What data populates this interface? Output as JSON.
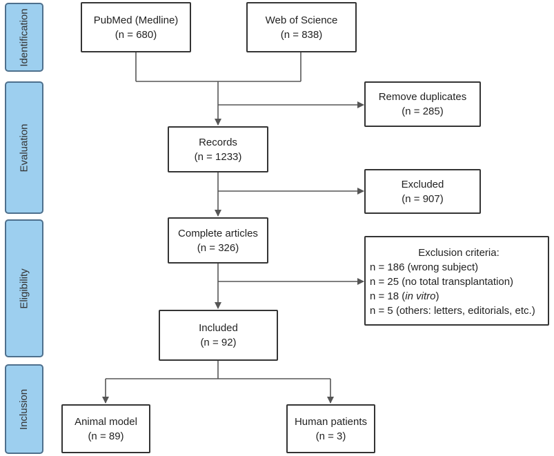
{
  "phases": {
    "identification": "Identification",
    "evaluation": "Evaluation",
    "eligibility": "Eligibility",
    "inclusion": "Inclusion"
  },
  "boxes": {
    "pubmed": {
      "title": "PubMed (Medline)",
      "count": "(n = 680)"
    },
    "wos": {
      "title": "Web of Science",
      "count": "(n = 838)"
    },
    "duplicates": {
      "title": "Remove duplicates",
      "count": "(n = 285)"
    },
    "records": {
      "title": "Records",
      "count": "(n = 1233)"
    },
    "excluded": {
      "title": "Excluded",
      "count": "(n = 907)"
    },
    "complete": {
      "title": "Complete articles",
      "count": "(n = 326)"
    },
    "criteria": {
      "title": "Exclusion criteria:",
      "line1": "n = 186 (wrong subject)",
      "line2": "n = 25 (no total transplantation)",
      "line3_prefix": "n = 18 (",
      "line3_italic": "in vitro",
      "line3_suffix": ")",
      "line4": "n = 5 (others: letters, editorials, etc.)"
    },
    "included": {
      "title": "Included",
      "count": "(n = 92)"
    },
    "animal": {
      "title": "Animal model",
      "count": "(n = 89)"
    },
    "human": {
      "title": "Human patients",
      "count": "(n = 3)"
    }
  },
  "colors": {
    "phase_fill": "#9dcfef",
    "phase_border": "#4d6f8c",
    "box_border": "#333333",
    "connector": "#555555"
  }
}
